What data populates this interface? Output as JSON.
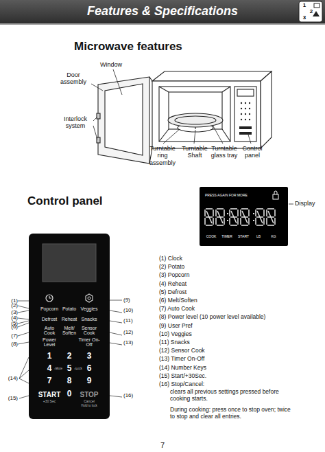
{
  "diagram": {
    "title": "Features & Specifications",
    "nodes": [
      {
        "text": [
          "PRESS AGAIN FOR MORE",
          "COOK",
          "TIMER",
          "START",
          "LB",
          "KG"
        ]
      },
      {
        "text": [
          "Popcorn",
          "Potato",
          "Veggies",
          "Defrost",
          "Reheat",
          "Snacks",
          "Auto Cook",
          "Melt/ Soften",
          "Sensor Cook",
          "Power Level",
          "Timer On-Off",
          "1",
          "2",
          "3",
          "4",
          "5",
          "6",
          "7",
          "8",
          "9",
          "START",
          "0",
          "STOP",
          "+30 Sec",
          "Cancel",
          "Hold to lock",
          "Mute",
          "Lock"
        ]
      }
    ],
    "labels": [
      "Microwave features",
      "Window",
      "Door assembly",
      "Interlock system",
      "Turntable ring assembly",
      "Turntable Shaft",
      "Turntable glass tray",
      "Control panel",
      "Control panel",
      "Display",
      "(1)",
      "(2)",
      "(3)",
      "(4)",
      "(5)",
      "(6)",
      "(7)",
      "(8)",
      "(14)",
      "(15)",
      "(9)",
      "(10)",
      "(11)",
      "(12)",
      "(13)",
      "(16)",
      "(1) Clock",
      "(2) Potato",
      "(3) Popcorn",
      "(4) Reheat",
      "(5) Defrost",
      "(6) Melt/Soften",
      "(7) Auto Cook",
      "(8) Power level (10 power level available)",
      "(9) User Pref",
      "(10) Veggies",
      "(11) Snacks",
      "(12) Sensor Cook",
      "(13) Timer On-Off",
      "(14) Number Keys",
      "(15) Start/+30Sec.",
      "(16) Stop/Cancel:",
      "clears all previous settings pressed before cooking starts.",
      "During cooking: press once to stop oven; twice to stop and clear all entries.",
      "7",
      "1",
      "2",
      "3"
    ]
  }
}
